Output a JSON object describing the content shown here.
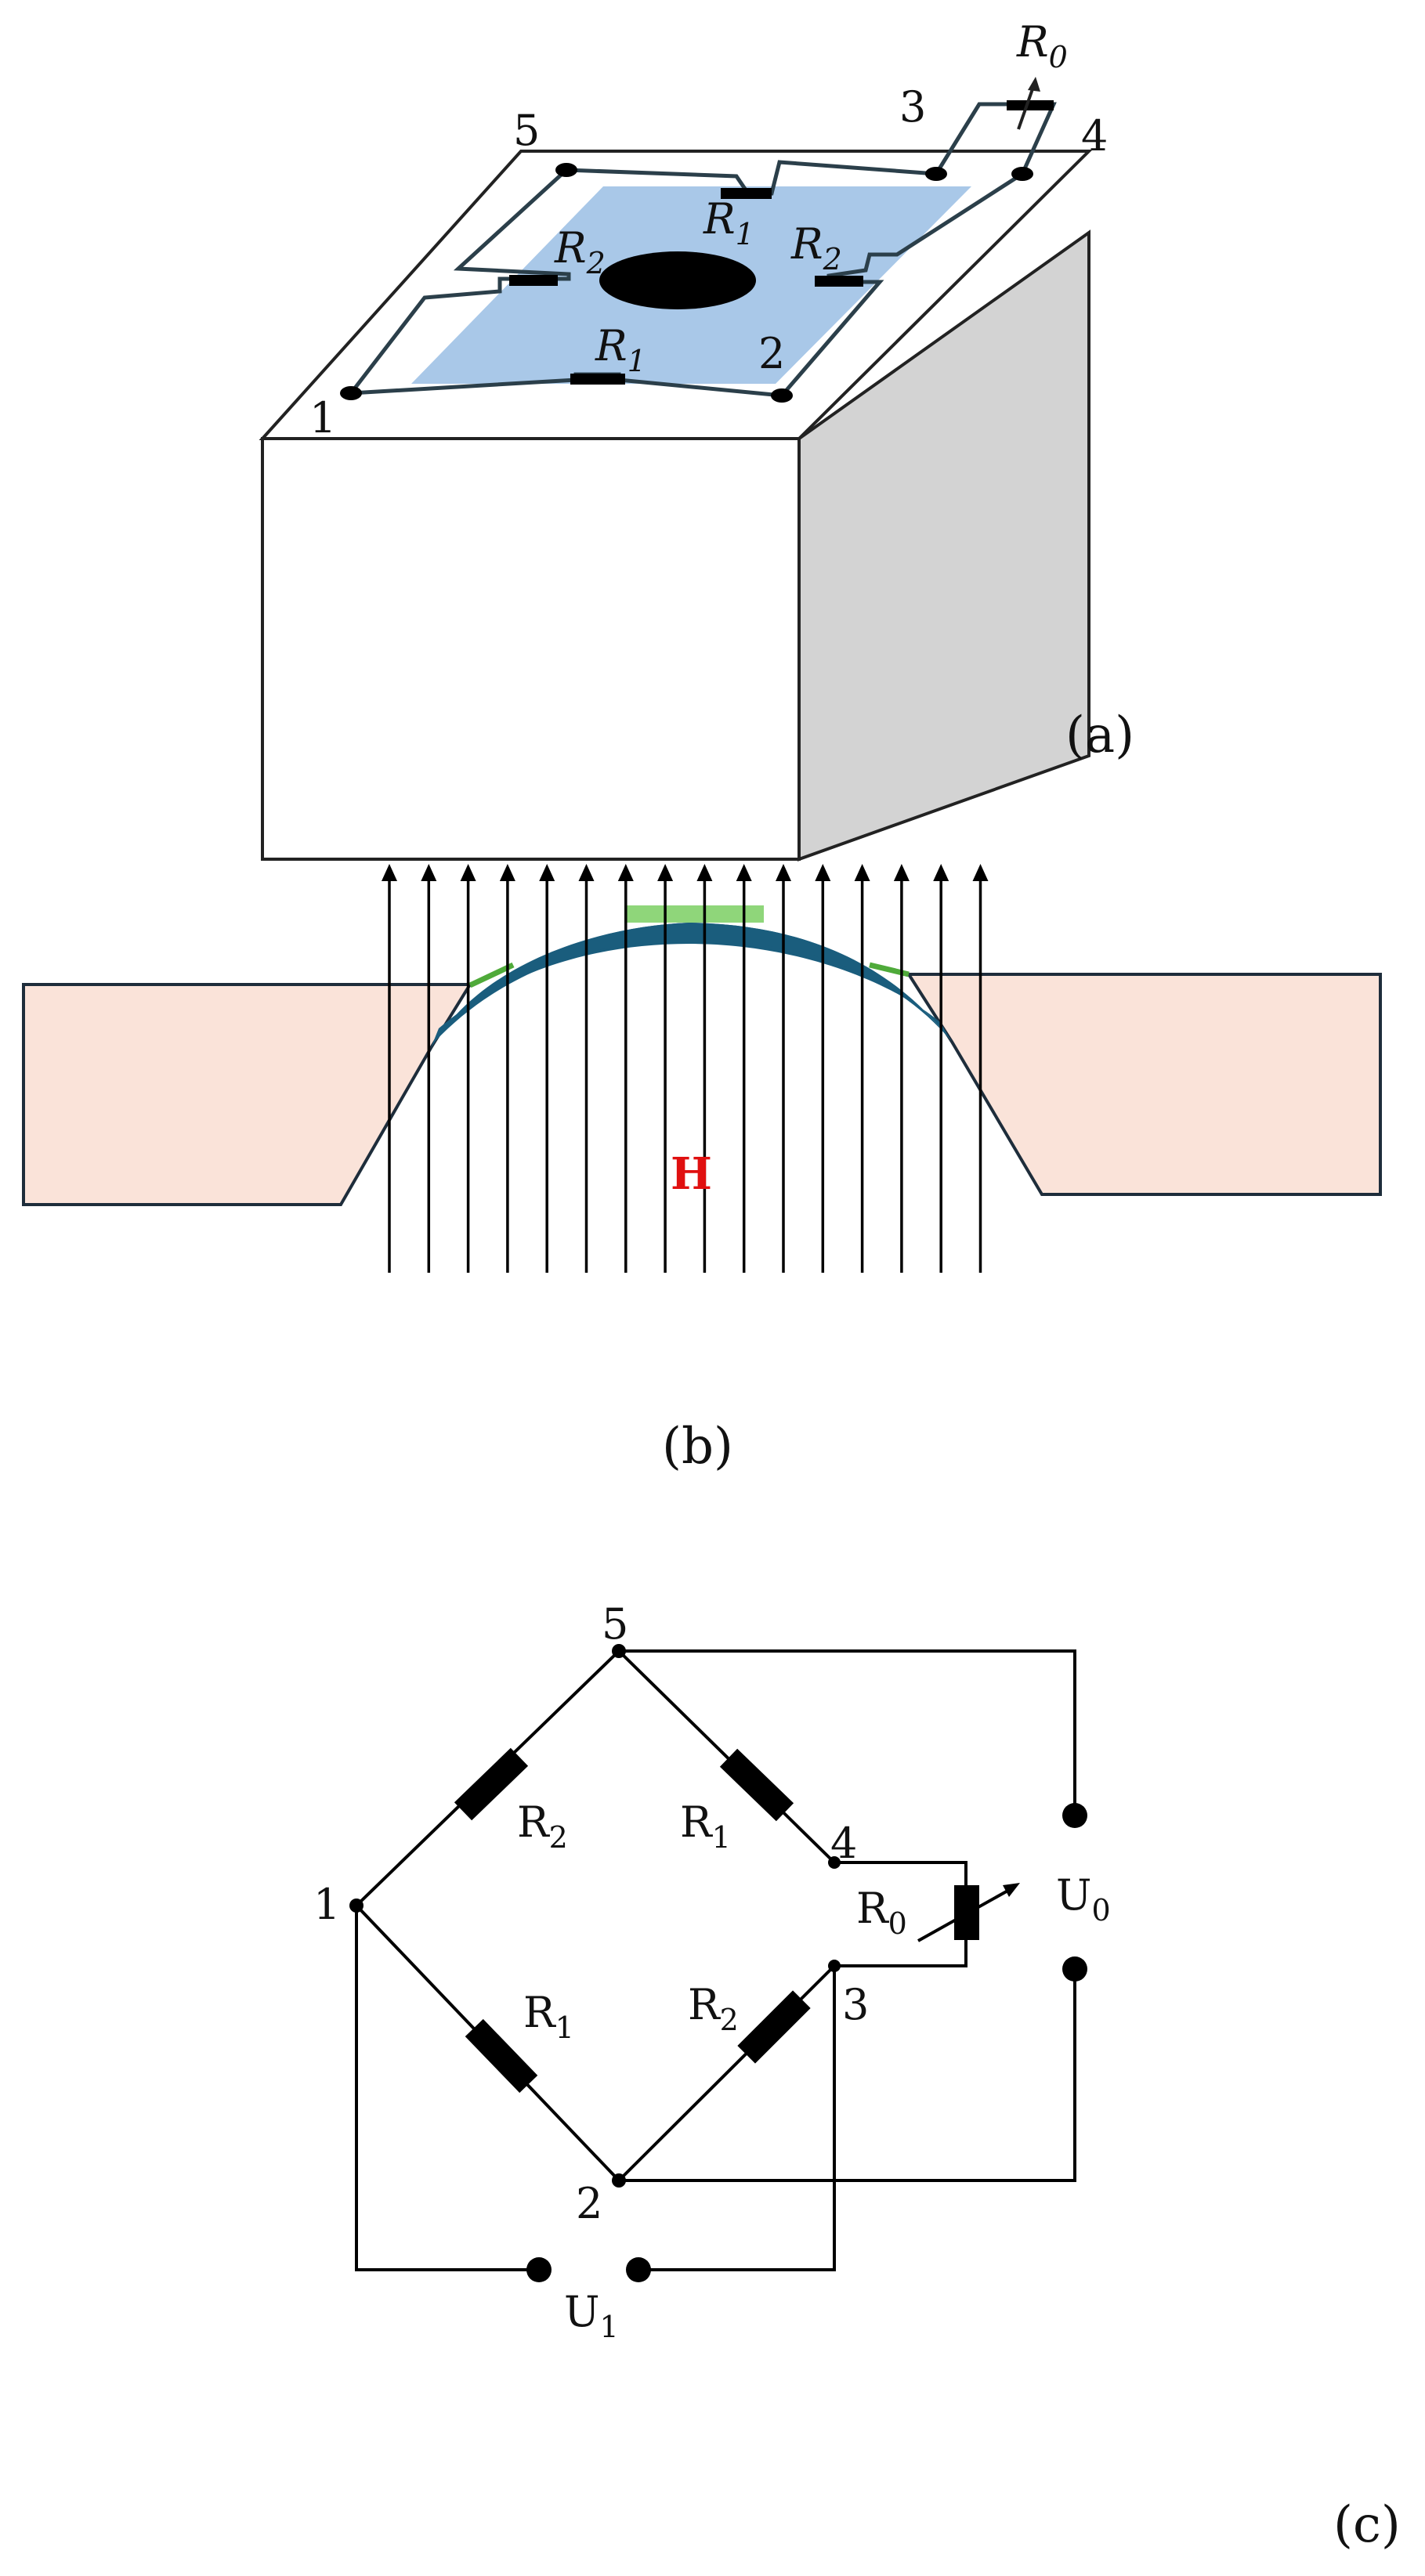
{
  "colors": {
    "membrane": "#a9c8e8",
    "hole": "#000000",
    "trace": "#2b3f4a",
    "side_face": "#d3d3d3",
    "substrate_b": "#fae3d9",
    "membrane_b": "#1a5d7d",
    "sensor_b": "#8fd67a",
    "field_label": "#e01010",
    "wire": "#000000"
  },
  "panel_a": {
    "caption": "(a)",
    "nodes": [
      "1",
      "2",
      "3",
      "4",
      "5"
    ],
    "resistors": [
      {
        "base": "R",
        "sub": "1"
      },
      {
        "base": "R",
        "sub": "1"
      },
      {
        "base": "R",
        "sub": "2"
      },
      {
        "base": "R",
        "sub": "2"
      },
      {
        "base": "R",
        "sub": "0"
      }
    ]
  },
  "panel_b": {
    "caption": "(b)",
    "field_label": "H",
    "arrow_count": 16
  },
  "panel_c": {
    "caption": "(c)",
    "nodes": [
      "1",
      "2",
      "3",
      "4",
      "5"
    ],
    "resistors": [
      {
        "base": "R",
        "sub": "2"
      },
      {
        "base": "R",
        "sub": "1"
      },
      {
        "base": "R",
        "sub": "1"
      },
      {
        "base": "R",
        "sub": "2"
      },
      {
        "base": "R",
        "sub": "0"
      }
    ],
    "terminals": [
      {
        "base": "U",
        "sub": "0"
      },
      {
        "base": "U",
        "sub": "1"
      }
    ]
  }
}
